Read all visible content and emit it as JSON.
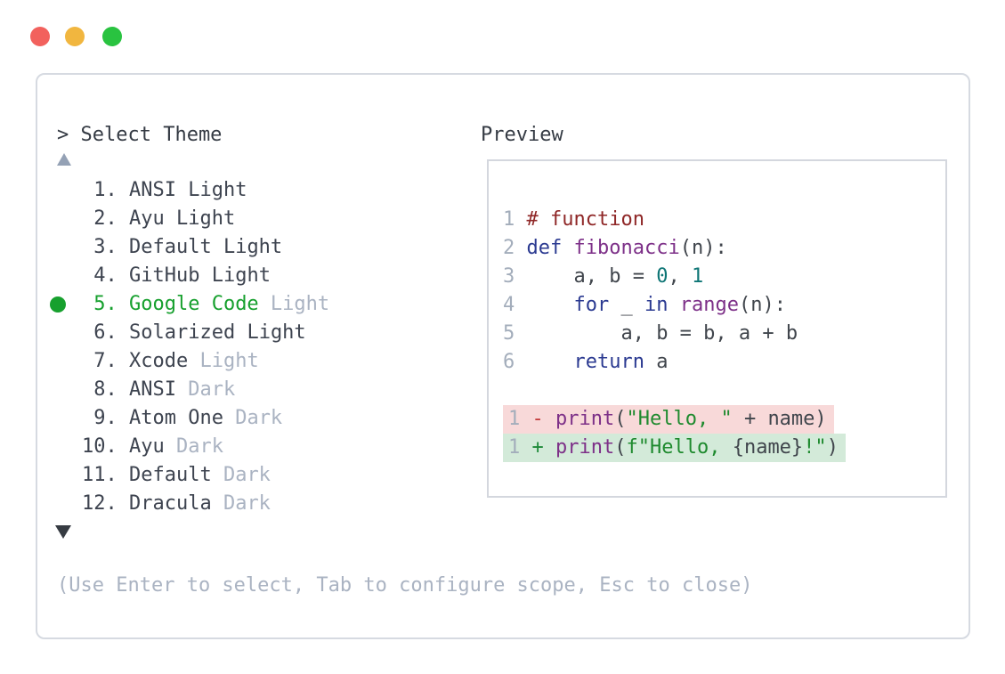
{
  "window": {
    "title_prompt": "> Select Theme",
    "help_text": "(Use Enter to select, Tab to configure scope, Esc to close)",
    "controls": [
      "close",
      "minimize",
      "zoom"
    ]
  },
  "theme_list": {
    "items": [
      {
        "num": "1",
        "name": "ANSI",
        "variant": "Light",
        "dim_variant": false,
        "selected": false
      },
      {
        "num": "2",
        "name": "Ayu",
        "variant": "Light",
        "dim_variant": false,
        "selected": false
      },
      {
        "num": "3",
        "name": "Default",
        "variant": "Light",
        "dim_variant": false,
        "selected": false
      },
      {
        "num": "4",
        "name": "GitHub",
        "variant": "Light",
        "dim_variant": false,
        "selected": false
      },
      {
        "num": "5",
        "name": "Google Code",
        "variant": "Light",
        "dim_variant": true,
        "selected": true
      },
      {
        "num": "6",
        "name": "Solarized",
        "variant": "Light",
        "dim_variant": false,
        "selected": false
      },
      {
        "num": "7",
        "name": "Xcode",
        "variant": "Light",
        "dim_variant": true,
        "selected": false
      },
      {
        "num": "8",
        "name": "ANSI",
        "variant": "Dark",
        "dim_variant": true,
        "selected": false
      },
      {
        "num": "9",
        "name": "Atom One",
        "variant": "Dark",
        "dim_variant": true,
        "selected": false
      },
      {
        "num": "10",
        "name": "Ayu",
        "variant": "Dark",
        "dim_variant": true,
        "selected": false
      },
      {
        "num": "11",
        "name": "Default",
        "variant": "Dark",
        "dim_variant": true,
        "selected": false
      },
      {
        "num": "12",
        "name": "Dracula",
        "variant": "Dark",
        "dim_variant": true,
        "selected": false
      }
    ]
  },
  "preview": {
    "label": "Preview",
    "code_lines": [
      {
        "ln": "1",
        "tokens": [
          [
            "comment",
            "# function"
          ]
        ]
      },
      {
        "ln": "2",
        "tokens": [
          [
            "keyword",
            "def"
          ],
          [
            "plain",
            " "
          ],
          [
            "func",
            "fibonacci"
          ],
          [
            "plain",
            "(n):"
          ]
        ]
      },
      {
        "ln": "3",
        "tokens": [
          [
            "plain",
            "    a, b = "
          ],
          [
            "number",
            "0"
          ],
          [
            "plain",
            ", "
          ],
          [
            "number",
            "1"
          ]
        ]
      },
      {
        "ln": "4",
        "tokens": [
          [
            "plain",
            "    "
          ],
          [
            "keyword",
            "for"
          ],
          [
            "plain",
            " _ "
          ],
          [
            "keyword",
            "in"
          ],
          [
            "plain",
            " "
          ],
          [
            "func",
            "range"
          ],
          [
            "plain",
            "(n):"
          ]
        ]
      },
      {
        "ln": "5",
        "tokens": [
          [
            "plain",
            "        a, b = b, a + b"
          ]
        ]
      },
      {
        "ln": "6",
        "tokens": [
          [
            "plain",
            "    "
          ],
          [
            "keyword",
            "return"
          ],
          [
            "plain",
            " a"
          ]
        ]
      }
    ],
    "diff_lines": [
      {
        "ln": "1",
        "type": "removed",
        "tokens": [
          [
            "diff_minus",
            "- "
          ],
          [
            "func",
            "print"
          ],
          [
            "plain",
            "("
          ],
          [
            "string",
            "\"Hello, \""
          ],
          [
            "plain",
            " + name)"
          ]
        ]
      },
      {
        "ln": "1",
        "type": "added",
        "tokens": [
          [
            "diff_plus",
            "+ "
          ],
          [
            "func",
            "print"
          ],
          [
            "plain",
            "("
          ],
          [
            "string",
            "f\"Hello, "
          ],
          [
            "plain",
            "{name}"
          ],
          [
            "string",
            "!\""
          ],
          [
            "plain",
            ")"
          ]
        ]
      }
    ]
  },
  "colors": {
    "traffic_red": "#f2615d",
    "traffic_yellow": "#f1b63f",
    "traffic_green": "#29c340",
    "selected_green": "#17a02e",
    "text_dark": "#3e4450",
    "dim_gray": "#aab3c2",
    "comment": "#8f2727",
    "keyword": "#2b3a91",
    "func": "#7d3088",
    "number": "#0e7575",
    "string": "#1e8a2e",
    "plain": "#40454c",
    "diff_minus": "#c33b3b",
    "diff_plus": "#1f8a3a",
    "removed_bg": "#f8d9d9",
    "added_bg": "#d3ead9",
    "line_number": "#a3adbb"
  }
}
